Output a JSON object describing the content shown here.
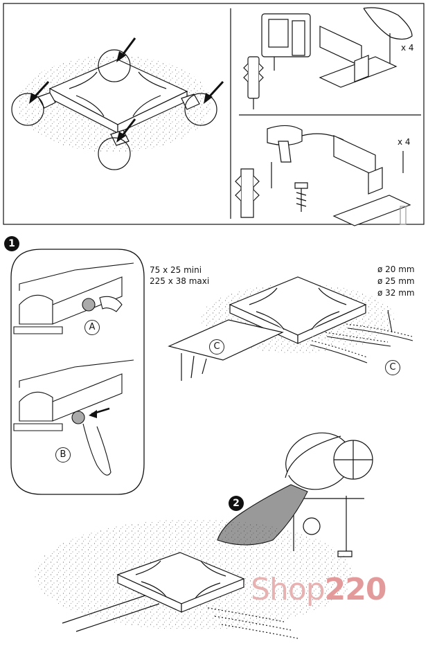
{
  "top_right_a": {
    "count": "x 4"
  },
  "top_right_b": {
    "count": "x 4"
  },
  "step1": {
    "badge": "1",
    "label_a": "A",
    "label_b": "B",
    "label_c_left": "C",
    "label_c_right": "C",
    "duct_sizes": [
      "75 x 25 mini",
      "225 x 38 maxi"
    ],
    "pipe_sizes": [
      "ø 20 mm",
      "ø 25 mm",
      "ø 32 mm"
    ]
  },
  "step2": {
    "badge": "2"
  },
  "watermark": {
    "text_light": "Shop",
    "text_bold": "220"
  }
}
